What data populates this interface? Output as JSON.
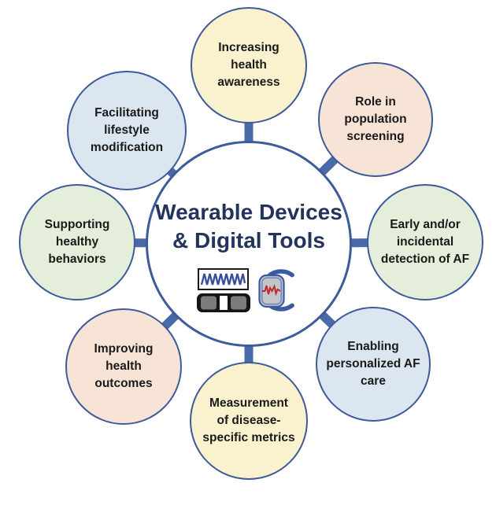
{
  "figure": {
    "center": {
      "title": "Wearable Devices\n& Digital Tools"
    },
    "satellites": [
      {
        "name": "increasing-health-awareness",
        "label": "Increasing\nhealth\nawareness",
        "fill": "#FAF2CE"
      },
      {
        "name": "role-in-population-screening",
        "label": "Role in\npopulation\nscreening",
        "fill": "#F8E4D6"
      },
      {
        "name": "early-and-or-incidental-detection-of-af",
        "label": "Early and/or\nincidental\ndetection of AF",
        "fill": "#E5EEDA"
      },
      {
        "name": "enabling-personalized-af-care",
        "label": "Enabling\npersonalized AF\ncare",
        "fill": "#DCE6F1"
      },
      {
        "name": "measurement-of-disease-specific-metrics",
        "label": "Measurement\nof disease-\nspecific metrics",
        "fill": "#FAF2CE"
      },
      {
        "name": "improving-health-outcomes",
        "label": "Improving\nhealth\noutcomes",
        "fill": "#F8E4D6"
      },
      {
        "name": "supporting-healthy-behaviors",
        "label": "Supporting\nhealthy\nbehaviors",
        "fill": "#E5EEDA"
      },
      {
        "name": "facilitating-lifestyle-modification",
        "label": "Facilitating\nlifestyle\nmodification",
        "fill": "#DCE6F1"
      }
    ],
    "icons": [
      {
        "name": "ecg-strip-and-holter-monitor-icon"
      },
      {
        "name": "smartwatch-ecg-icon"
      }
    ],
    "colors": {
      "circle_border": "#3D5A99",
      "connector": "#4A69A8",
      "center_fill": "#FFFFFF",
      "label_text": "#1A1A1A",
      "title_text": "#24335C",
      "icon_wave_blue": "#3A4FA0",
      "icon_band_blue": "#3A5BA0",
      "icon_ecg_red": "#C1272D",
      "icon_screen_gray": "#C3C5CA",
      "icon_device_black": "#151515",
      "icon_pad_gray": "#7C7C7C"
    }
  }
}
